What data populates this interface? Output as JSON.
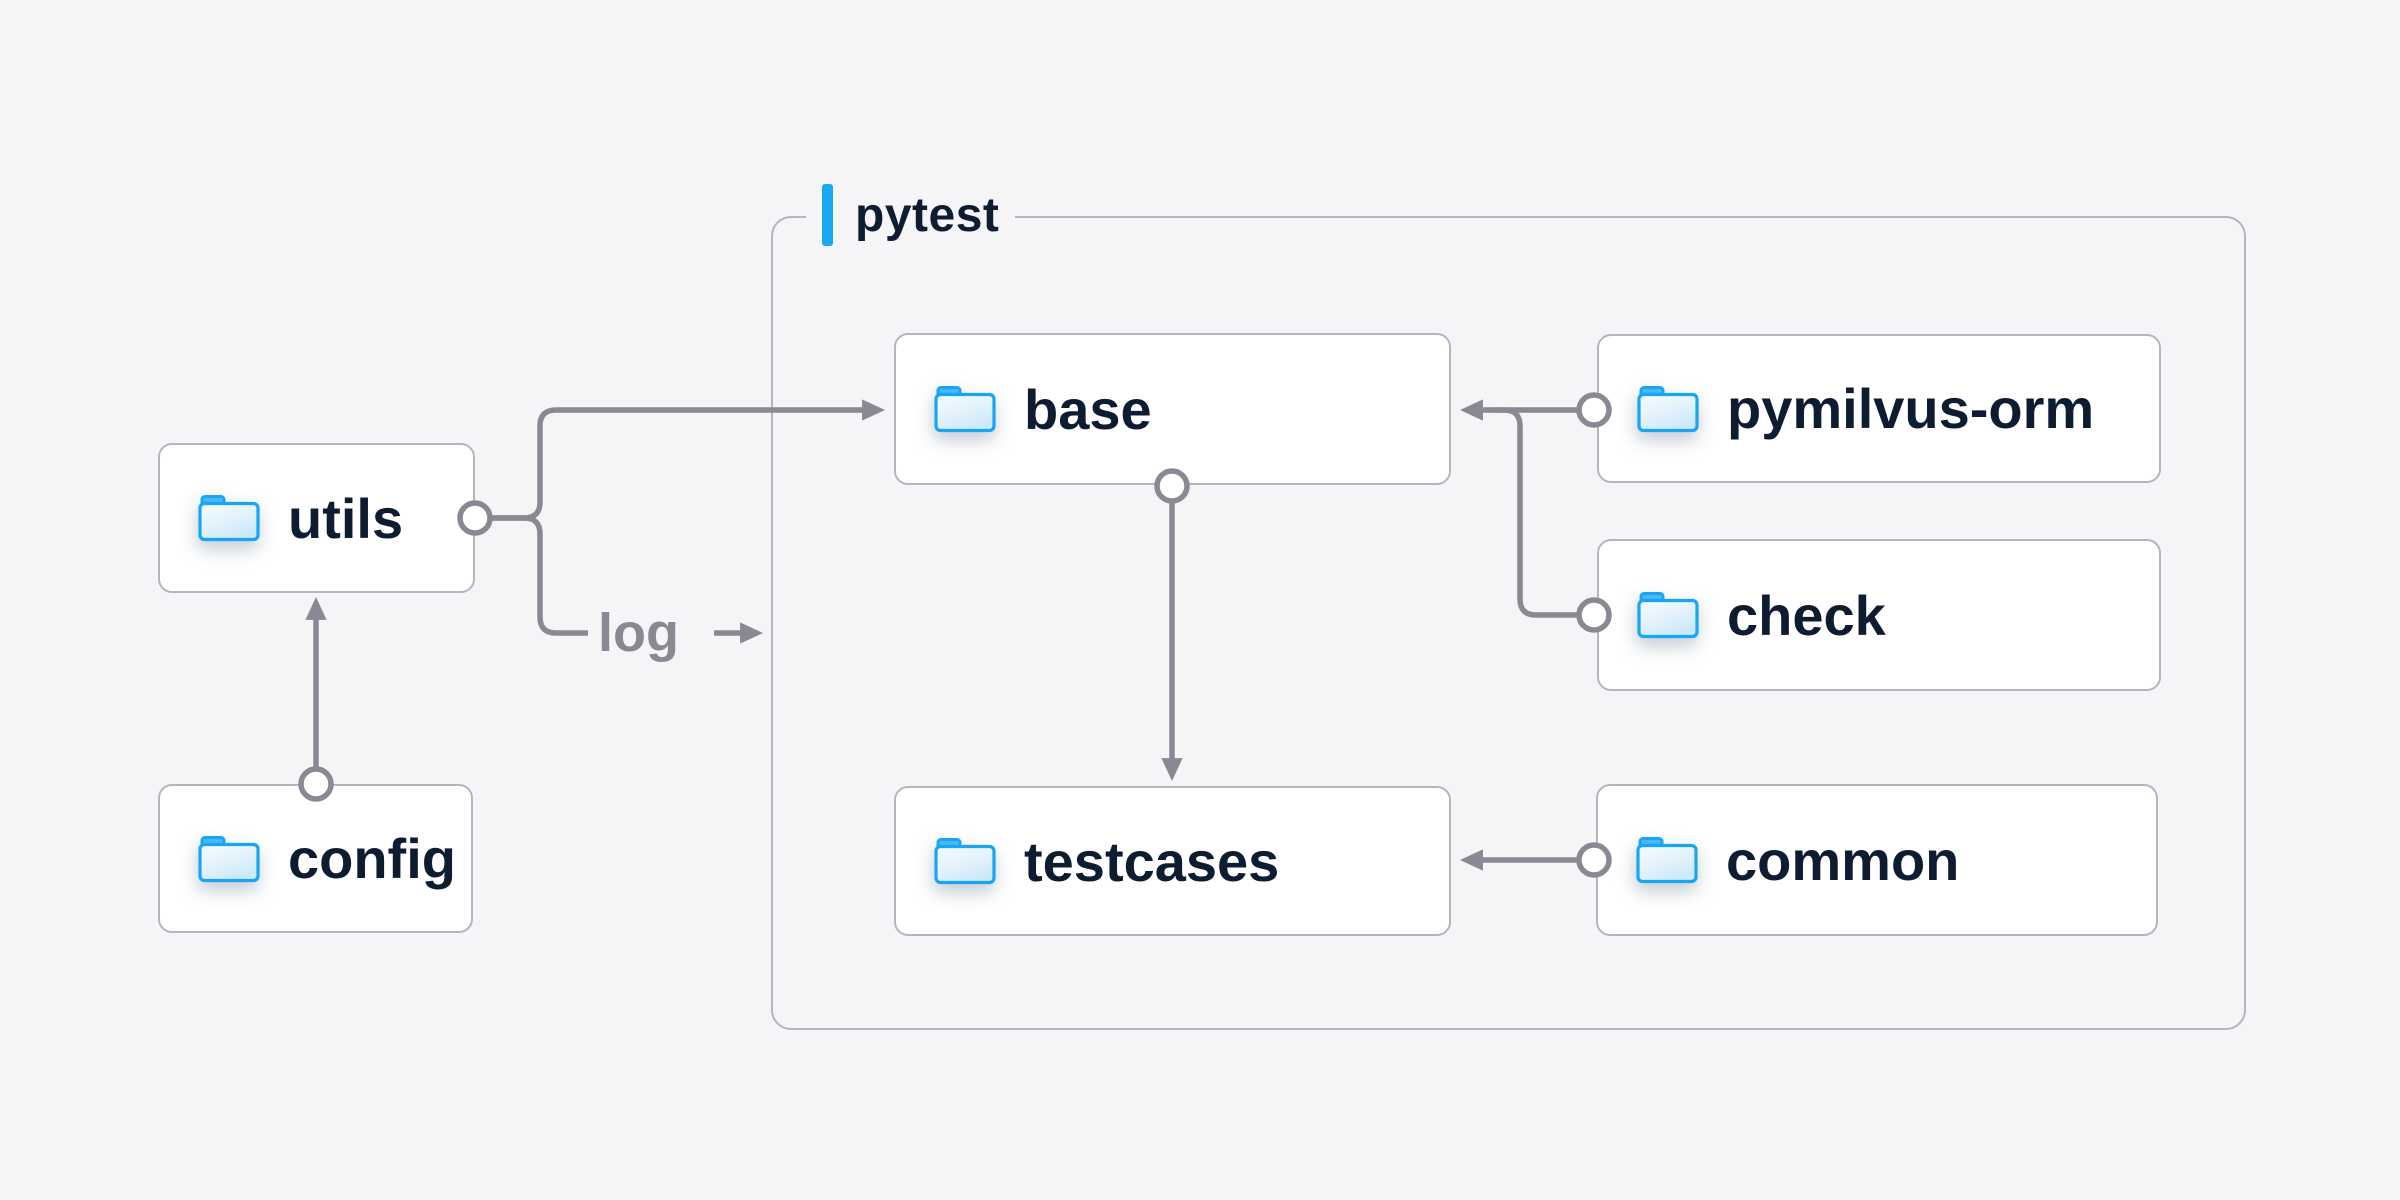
{
  "container": {
    "label": "pytest"
  },
  "nodes": [
    {
      "id": "utils",
      "label": "utils"
    },
    {
      "id": "config",
      "label": "config"
    },
    {
      "id": "base",
      "label": "base"
    },
    {
      "id": "testcases",
      "label": "testcases"
    },
    {
      "id": "pymilvus_orm",
      "label": "pymilvus-orm"
    },
    {
      "id": "check",
      "label": "check"
    },
    {
      "id": "common",
      "label": "common"
    }
  ],
  "edges": [
    {
      "from": "config",
      "to": "utils",
      "style": "arrow-up"
    },
    {
      "from": "utils",
      "to": "base",
      "style": "arrow-right"
    },
    {
      "from": "utils",
      "to": "pytest",
      "label": "log",
      "style": "arrow-right"
    },
    {
      "from": "base",
      "to": "testcases",
      "style": "arrow-down"
    },
    {
      "from": "pymilvus_orm",
      "to": "base",
      "style": "arrow-left"
    },
    {
      "from": "check",
      "to": "base",
      "style": "arrow-left"
    },
    {
      "from": "common",
      "to": "testcases",
      "style": "arrow-left"
    }
  ],
  "icons": [
    {
      "name": "folder-icon",
      "meaning": "directory/folder"
    }
  ],
  "palette": {
    "background": "#f5f5f7",
    "box_fill": "#ffffff",
    "box_border": "#b6b4bf",
    "wire_gray": "#8a8893",
    "text_navy": "#0e1c31",
    "muted_gray_text": "#8a8893",
    "accent_blue": "#19a9f2",
    "folder_border_blue": "#18a6f3",
    "folder_tab_blue": "#49b8f5",
    "folder_fill_light": "#e3f2fc"
  }
}
